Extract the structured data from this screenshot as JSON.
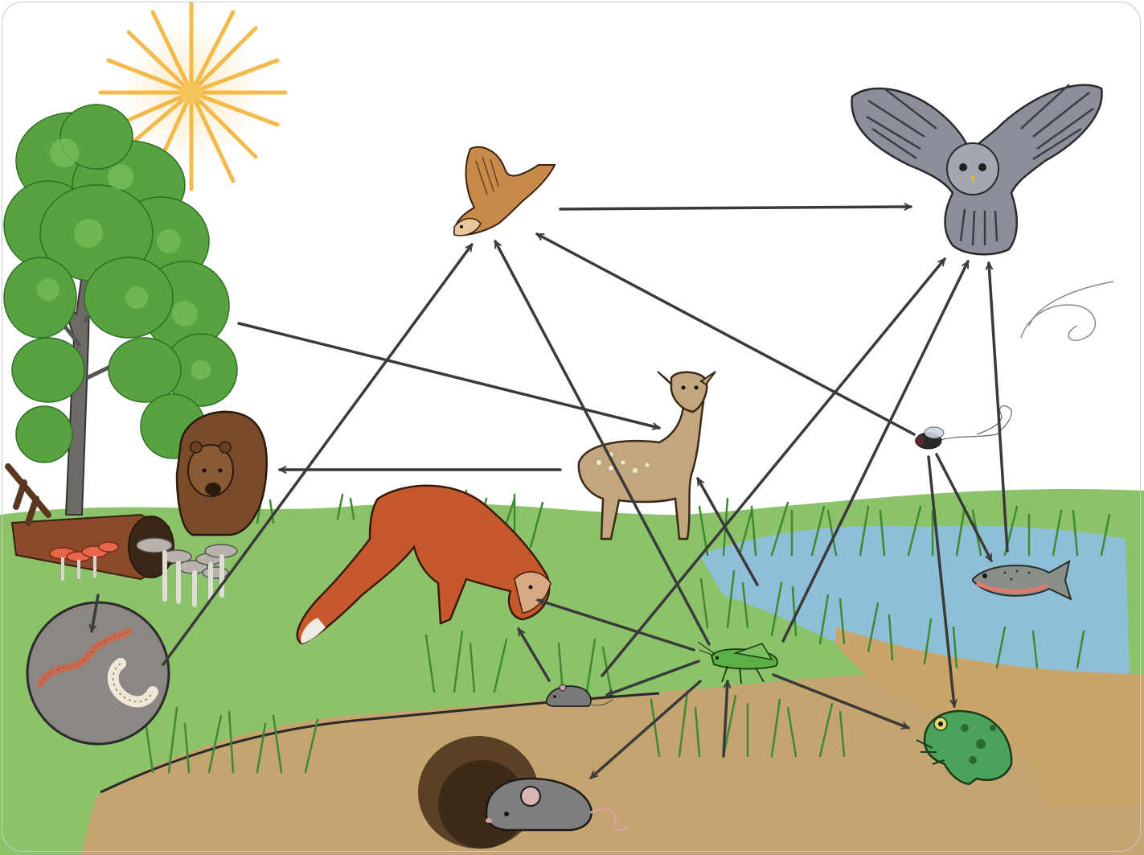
{
  "diagram": {
    "type": "food-web",
    "organisms": [
      {
        "id": "sun",
        "icon": "sun-icon"
      },
      {
        "id": "tree",
        "icon": "tree-icon"
      },
      {
        "id": "decomposers",
        "icon": "mushroom-log-icon"
      },
      {
        "id": "worm-larva",
        "icon": "worm-larva-icon"
      },
      {
        "id": "bear",
        "icon": "bear-icon"
      },
      {
        "id": "deer",
        "icon": "deer-icon"
      },
      {
        "id": "fox",
        "icon": "fox-icon"
      },
      {
        "id": "songbird",
        "icon": "songbird-icon"
      },
      {
        "id": "owl",
        "icon": "owl-icon"
      },
      {
        "id": "fly",
        "icon": "fly-icon"
      },
      {
        "id": "fish",
        "icon": "fish-icon"
      },
      {
        "id": "frog",
        "icon": "frog-icon"
      },
      {
        "id": "grasshopper",
        "icon": "grasshopper-icon"
      },
      {
        "id": "small-mouse",
        "icon": "mouse-icon"
      },
      {
        "id": "burrow-mouse",
        "icon": "mouse-icon"
      }
    ],
    "links": [
      {
        "from": "songbird",
        "to": "owl"
      },
      {
        "from": "tree",
        "to": "deer"
      },
      {
        "from": "deer",
        "to": "bear"
      },
      {
        "from": "decomposers",
        "to": "worm-larva"
      },
      {
        "from": "worm-larva",
        "to": "songbird"
      },
      {
        "from": "grasshopper",
        "to": "songbird"
      },
      {
        "from": "fly",
        "to": "songbird"
      },
      {
        "from": "grasshopper",
        "to": "owl"
      },
      {
        "from": "small-mouse",
        "to": "owl"
      },
      {
        "from": "fish",
        "to": "owl"
      },
      {
        "from": "fly",
        "to": "fish"
      },
      {
        "from": "fly",
        "to": "frog"
      },
      {
        "from": "grasshopper",
        "to": "deer"
      },
      {
        "from": "grasshopper",
        "to": "fox"
      },
      {
        "from": "grasshopper",
        "to": "small-mouse"
      },
      {
        "from": "grasshopper",
        "to": "burrow-mouse"
      },
      {
        "from": "grasshopper",
        "to": "frog"
      },
      {
        "from": "small-mouse",
        "to": "fox"
      },
      {
        "from": "grass",
        "to": "grasshopper"
      }
    ],
    "colors": {
      "arrow": "#3a3a3a",
      "sky": "#ffffff",
      "grass": "#8cc36a",
      "soil": "#c4a46f",
      "water": "#8fbfd6",
      "sun": "#f2b43a"
    }
  }
}
